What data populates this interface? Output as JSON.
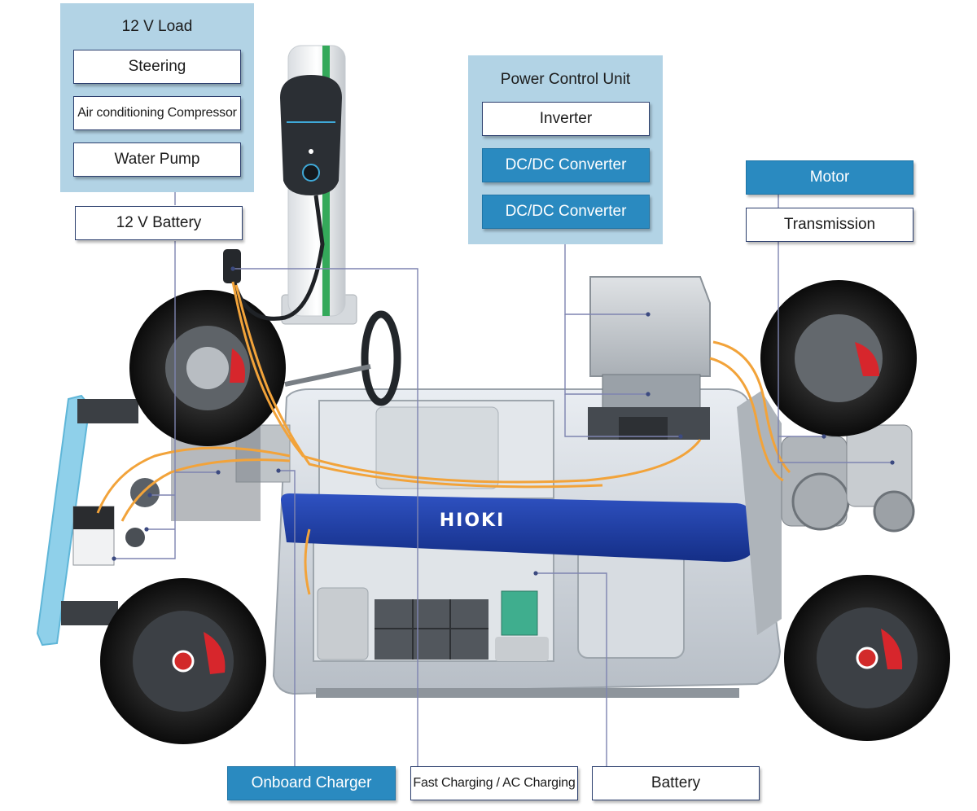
{
  "load_panel": {
    "title": "12 V Load",
    "items": [
      "Steering",
      "Air conditioning Compressor",
      "Water Pump"
    ]
  },
  "battery_12v": "12 V Battery",
  "pcu_panel": {
    "title": "Power Control Unit",
    "items": [
      "Inverter",
      "DC/DC Converter",
      "DC/DC Converter"
    ]
  },
  "motor": "Motor",
  "transmission": "Transmission",
  "brand_on_chassis": "HIOKI",
  "bottom_labels": [
    "Onboard Charger",
    "Fast Charging / AC Charging",
    "Battery"
  ],
  "colors": {
    "panel_bg": "#b2d3e5",
    "highlight_label": "#2a8ac0",
    "leader_line": "#7e84b0",
    "hioki_blue": "#1e3fa0",
    "harness_orange": "#f2a33a"
  }
}
